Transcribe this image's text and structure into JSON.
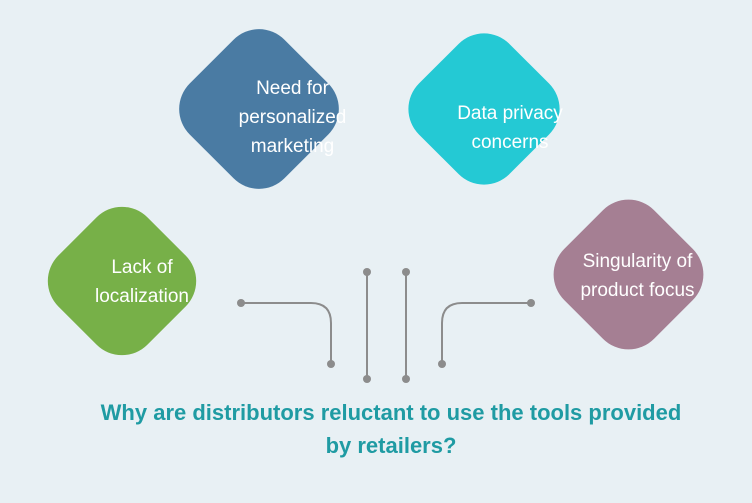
{
  "diagram": {
    "question": "Why are distributors reluctant to use the tools provided by retailers?",
    "reasons": [
      {
        "label": "Need for\npersonalized\nmarketing",
        "color": "#4a7ba3"
      },
      {
        "label": "Data privacy\nconcerns",
        "color": "#24c9d4"
      },
      {
        "label": "Lack of\nlocalization",
        "color": "#77b048"
      },
      {
        "label": "Singularity of\nproduct focus",
        "color": "#a57f93"
      }
    ],
    "connector_color": "#8c8c8c"
  }
}
